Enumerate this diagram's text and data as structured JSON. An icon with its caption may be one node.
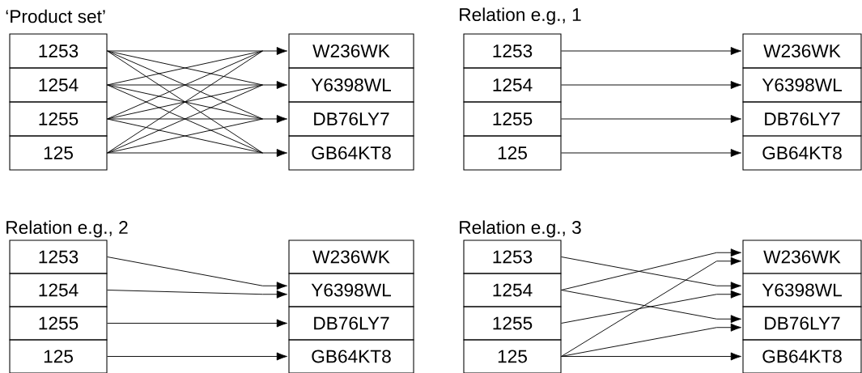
{
  "diagram": {
    "nodes": [
      {
        "text": [
          "1253"
        ]
      },
      {
        "text": [
          "1254"
        ]
      },
      {
        "text": [
          "1255"
        ]
      },
      {
        "text": [
          "125"
        ]
      },
      {
        "text": [
          "W236WK"
        ]
      },
      {
        "text": [
          "Y6398WL"
        ]
      },
      {
        "text": [
          "DB76LY7"
        ]
      },
      {
        "text": [
          "GB64KT8"
        ]
      },
      {
        "text": [
          "1253"
        ]
      },
      {
        "text": [
          "1254"
        ]
      },
      {
        "text": [
          "1255"
        ]
      },
      {
        "text": [
          "125"
        ]
      },
      {
        "text": [
          "W236WK"
        ]
      },
      {
        "text": [
          "Y6398WL"
        ]
      },
      {
        "text": [
          "DB76LY7"
        ]
      },
      {
        "text": [
          "GB64KT8"
        ]
      },
      {
        "text": [
          "1253"
        ]
      },
      {
        "text": [
          "1254"
        ]
      },
      {
        "text": [
          "1255"
        ]
      },
      {
        "text": [
          "125"
        ]
      },
      {
        "text": [
          "W236WK"
        ]
      },
      {
        "text": [
          "Y6398WL"
        ]
      },
      {
        "text": [
          "DB76LY7"
        ]
      },
      {
        "text": [
          "GB64KT8"
        ]
      },
      {
        "text": [
          "1253"
        ]
      },
      {
        "text": [
          "1254"
        ]
      },
      {
        "text": [
          "1255"
        ]
      },
      {
        "text": [
          "125"
        ]
      },
      {
        "text": [
          "W236WK"
        ]
      },
      {
        "text": [
          "Y6398WL"
        ]
      },
      {
        "text": [
          "DB76LY7"
        ]
      },
      {
        "text": [
          "GB64KT8"
        ]
      }
    ],
    "edges": [
      {
        "from": 0,
        "to": 4,
        "arrow": "to"
      },
      {
        "from": 0,
        "to": 5,
        "arrow": "to"
      },
      {
        "from": 0,
        "to": 6,
        "arrow": "to"
      },
      {
        "from": 0,
        "to": 7,
        "arrow": "to"
      },
      {
        "from": 1,
        "to": 4,
        "arrow": "to"
      },
      {
        "from": 1,
        "to": 5,
        "arrow": "to"
      },
      {
        "from": 1,
        "to": 6,
        "arrow": "to"
      },
      {
        "from": 1,
        "to": 7,
        "arrow": "to"
      },
      {
        "from": 2,
        "to": 4,
        "arrow": "to"
      },
      {
        "from": 2,
        "to": 5,
        "arrow": "to"
      },
      {
        "from": 2,
        "to": 6,
        "arrow": "to"
      },
      {
        "from": 2,
        "to": 7,
        "arrow": "to"
      },
      {
        "from": 3,
        "to": 4,
        "arrow": "to"
      },
      {
        "from": 3,
        "to": 5,
        "arrow": "to"
      },
      {
        "from": 3,
        "to": 6,
        "arrow": "to"
      },
      {
        "from": 3,
        "to": 7,
        "arrow": "to"
      },
      {
        "from": 8,
        "to": 12,
        "arrow": "to"
      },
      {
        "from": 9,
        "to": 13,
        "arrow": "to"
      },
      {
        "from": 10,
        "to": 14,
        "arrow": "to"
      },
      {
        "from": 11,
        "to": 15,
        "arrow": "to"
      },
      {
        "from": 16,
        "to": 21,
        "arrow": "to"
      },
      {
        "from": 17,
        "to": 21,
        "arrow": "to"
      },
      {
        "from": 18,
        "to": 22,
        "arrow": "to"
      },
      {
        "from": 19,
        "to": 23,
        "arrow": "to"
      },
      {
        "from": 24,
        "to": 29,
        "arrow": "to"
      },
      {
        "from": 25,
        "to": 28,
        "arrow": "to"
      },
      {
        "from": 25,
        "to": 30,
        "arrow": "to"
      },
      {
        "from": 26,
        "to": 29,
        "arrow": "to"
      },
      {
        "from": 27,
        "to": 28,
        "arrow": "to"
      },
      {
        "from": 27,
        "to": 30,
        "arrow": "to"
      },
      {
        "from": 27,
        "to": 31,
        "arrow": "to"
      }
    ],
    "labels": [
      "‘Product set’",
      "Relation e.g., 1",
      "Relation e.g., 2",
      "Relation e.g., 3"
    ]
  }
}
